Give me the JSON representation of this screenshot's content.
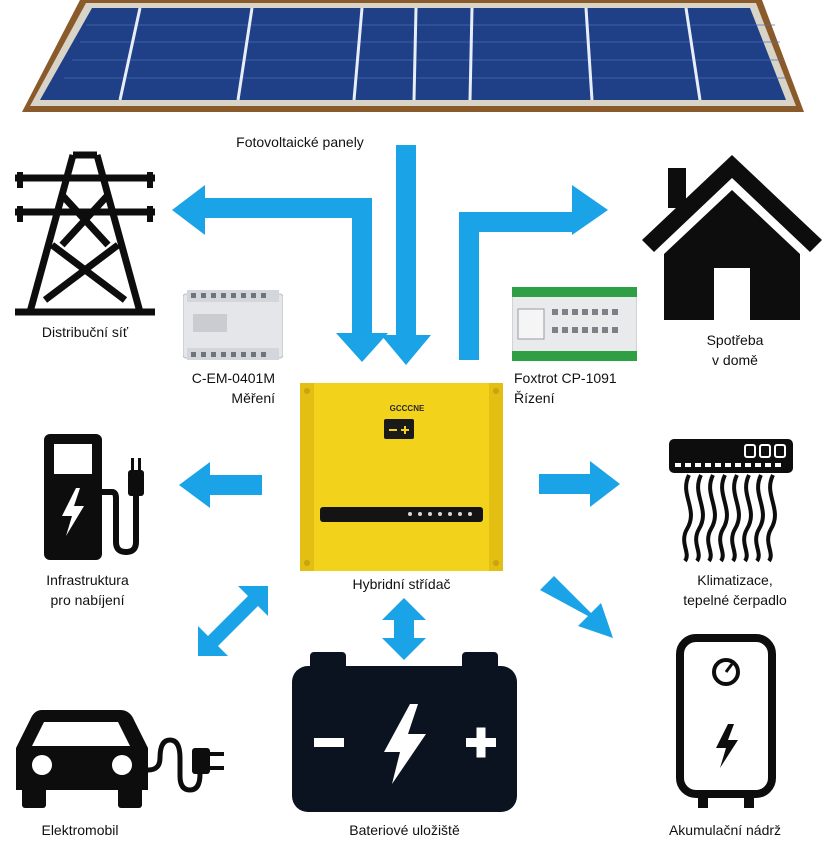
{
  "labels": {
    "panels": "Fotovoltaické panely",
    "grid": "Distribuční síť",
    "meter_line1": "C-EM-0401M",
    "meter_line2": "Měření",
    "plc_line1": "Foxtrot CP-1091",
    "plc_line2": "Řízení",
    "house_line1": "Spotřeba",
    "house_line2": "v domě",
    "charging_line1": "Infrastruktura",
    "charging_line2": "pro nabíjení",
    "inverter": "Hybridní střídač",
    "hvac_line1": "Klimatizace,",
    "hvac_line2": "tepelné čerpadlo",
    "ev": "Elektromobil",
    "battery": "Bateriové uložiště",
    "tank": "Akumulační nádrž"
  },
  "inverter_brand": "GCCCNE",
  "battery_symbols": {
    "minus": "−",
    "plus": "+"
  },
  "colors": {
    "arrow": "#1aa3e6",
    "icon": "#0d0d0d",
    "battery": "#0b1320",
    "inverter": "#f3d21c",
    "panel": "#1f3f86",
    "frame": "#8a5a2b"
  },
  "icons": [
    "pylon-icon",
    "house-icon",
    "charging-station-icon",
    "hvac-icon",
    "car-icon",
    "battery-icon",
    "water-tank-icon"
  ]
}
